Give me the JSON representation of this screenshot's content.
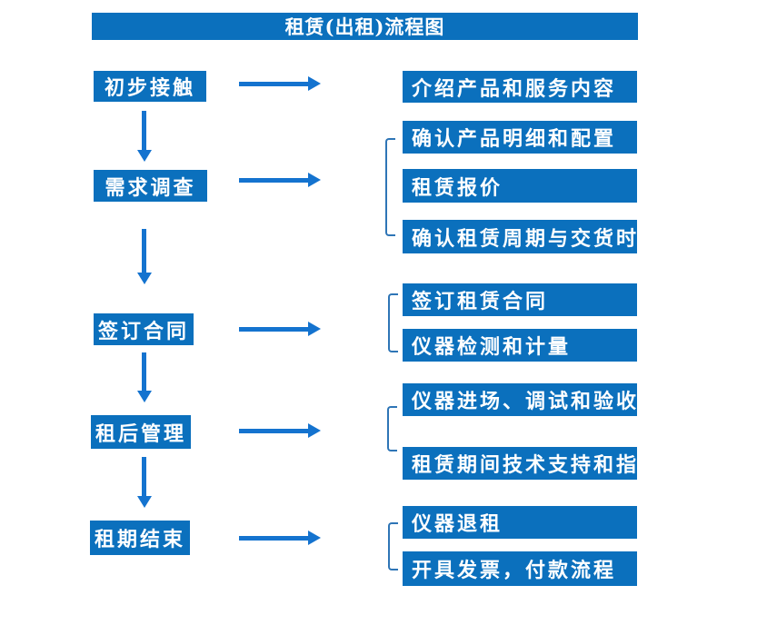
{
  "title": "租赁(出租)流程图",
  "colors": {
    "box_fill": "#0b70bd",
    "arrow": "#1473cf",
    "bracket": "#2e75b6",
    "text": "#ffffff",
    "background": "#ffffff"
  },
  "flow": {
    "steps": [
      {
        "label": "初步接触",
        "details": [
          "介绍产品和服务内容"
        ]
      },
      {
        "label": "需求调查",
        "details": [
          "确认产品明细和配置",
          "租赁报价",
          "确认租赁周期与交货时间"
        ]
      },
      {
        "label": "签订合同",
        "details": [
          "签订租赁合同",
          "仪器检测和计量"
        ]
      },
      {
        "label": "租后管理",
        "details": [
          "仪器进场、调试和验收",
          "租赁期间技术支持和指导"
        ]
      },
      {
        "label": "租期结束",
        "details": [
          "仪器退租",
          "开具发票，付款流程"
        ]
      }
    ]
  }
}
